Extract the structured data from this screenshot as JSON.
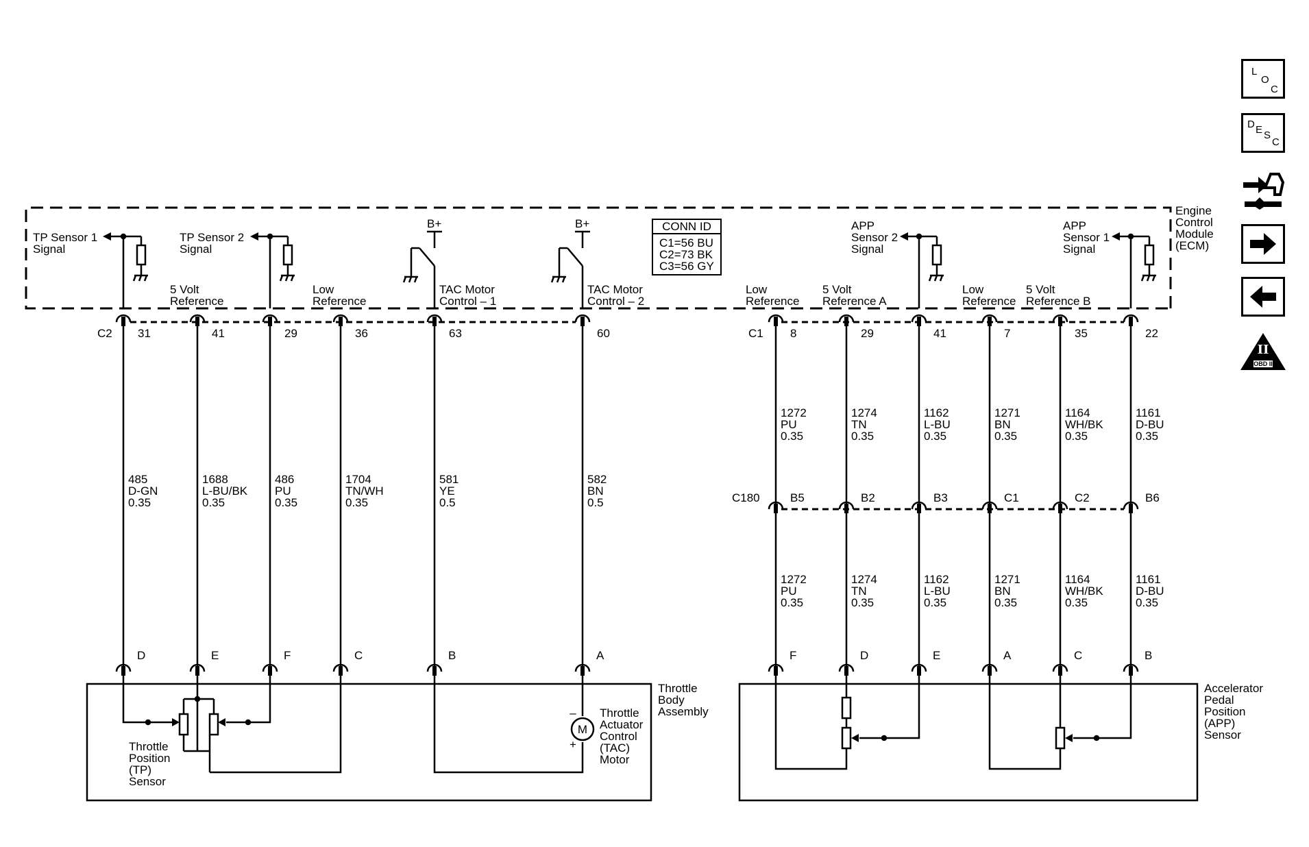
{
  "ecm": {
    "label_lines": [
      "Engine",
      "Control",
      "Module",
      "(ECM)"
    ],
    "conn_id": {
      "title": "CONN ID",
      "lines": [
        "C1=56 BU",
        "C2=73 BK",
        "C3=56 GY"
      ]
    }
  },
  "power_labels": [
    "B+",
    "B+"
  ],
  "left_connector": {
    "id": "C2"
  },
  "right_connector": {
    "id": "C1"
  },
  "inline_connector": {
    "id": "C180"
  },
  "circuits": [
    {
      "id": "tp1",
      "ecm_label": [
        "TP Sensor 1",
        "Signal"
      ],
      "pin": "31",
      "wire": [
        "485",
        "D-GN",
        "0.35"
      ],
      "comp_pin": "D"
    },
    {
      "id": "5vref",
      "ecm_label": [
        "5 Volt",
        "Reference"
      ],
      "pin": "41",
      "wire": [
        "1688",
        "L-BU/BK",
        "0.35"
      ],
      "comp_pin": "E"
    },
    {
      "id": "tp2",
      "ecm_label": [
        "TP Sensor 2",
        "Signal"
      ],
      "pin": "29",
      "wire": [
        "486",
        "PU",
        "0.35"
      ],
      "comp_pin": "F"
    },
    {
      "id": "lowref",
      "ecm_label": [
        "Low",
        "Reference"
      ],
      "pin": "36",
      "wire": [
        "1704",
        "TN/WH",
        "0.35"
      ],
      "comp_pin": "C"
    },
    {
      "id": "tac1",
      "ecm_label": [
        "TAC Motor",
        "Control – 1"
      ],
      "pin": "63",
      "wire": [
        "581",
        "YE",
        "0.5"
      ],
      "comp_pin": "B"
    },
    {
      "id": "tac2",
      "ecm_label": [
        "TAC Motor",
        "Control – 2"
      ],
      "pin": "60",
      "wire": [
        "582",
        "BN",
        "0.5"
      ],
      "comp_pin": "A"
    },
    {
      "id": "app_low_a",
      "ecm_label": [
        "Low",
        "Reference"
      ],
      "pin": "8",
      "wire": [
        "1272",
        "PU",
        "0.35"
      ],
      "inline_pin": "B5",
      "wire2": [
        "1272",
        "PU",
        "0.35"
      ],
      "comp_pin": "F"
    },
    {
      "id": "app_5v_a",
      "ecm_label": [
        "5 Volt",
        "Reference A"
      ],
      "pin": "29",
      "wire": [
        "1274",
        "TN",
        "0.35"
      ],
      "inline_pin": "B2",
      "wire2": [
        "1274",
        "TN",
        "0.35"
      ],
      "comp_pin": "D"
    },
    {
      "id": "app2",
      "ecm_label": [
        "APP",
        "Sensor 2",
        "Signal"
      ],
      "pin": "41",
      "wire": [
        "1162",
        "L-BU",
        "0.35"
      ],
      "inline_pin": "B3",
      "wire2": [
        "1162",
        "L-BU",
        "0.35"
      ],
      "comp_pin": "E"
    },
    {
      "id": "app_low_b",
      "ecm_label": [
        "Low",
        "Reference"
      ],
      "pin": "7",
      "wire": [
        "1271",
        "BN",
        "0.35"
      ],
      "inline_pin": "C1",
      "wire2": [
        "1271",
        "BN",
        "0.35"
      ],
      "comp_pin": "A"
    },
    {
      "id": "app_5v_b",
      "ecm_label": [
        "5 Volt",
        "Reference B"
      ],
      "pin": "35",
      "wire": [
        "1164",
        "WH/BK",
        "0.35"
      ],
      "inline_pin": "C2",
      "wire2": [
        "1164",
        "WH/BK",
        "0.35"
      ],
      "comp_pin": "C"
    },
    {
      "id": "app1",
      "ecm_label": [
        "APP",
        "Sensor 1",
        "Signal"
      ],
      "pin": "22",
      "wire": [
        "1161",
        "D-BU",
        "0.35"
      ],
      "inline_pin": "B6",
      "wire2": [
        "1161",
        "D-BU",
        "0.35"
      ],
      "comp_pin": "B"
    }
  ],
  "components": {
    "throttle_body": [
      "Throttle",
      "Body",
      "Assembly"
    ],
    "tp_sensor": [
      "Throttle",
      "Position",
      "(TP)",
      "Sensor"
    ],
    "tac_motor": [
      "Throttle",
      "Actuator",
      "Control",
      "(TAC)",
      "Motor"
    ],
    "motor_symbol": "M",
    "motor_minus": "–",
    "motor_plus": "+",
    "app_sensor": [
      "Accelerator",
      "Pedal",
      "Position",
      "(APP)",
      "Sensor"
    ]
  },
  "toolbar": {
    "loc": {
      "l": "L",
      "o": "O",
      "c": "C",
      "icon": "loc-icon"
    },
    "desc": {
      "d": "D",
      "e": "E",
      "s": "S",
      "c": "C",
      "icon": "desc-icon"
    },
    "connector_icon": "wrench-connector-icon",
    "next_icon": "arrow-right-icon",
    "prev_icon": "arrow-left-icon",
    "obd": {
      "numeral": "II",
      "label": "OBD II",
      "icon": "obd-ii-icon"
    }
  }
}
